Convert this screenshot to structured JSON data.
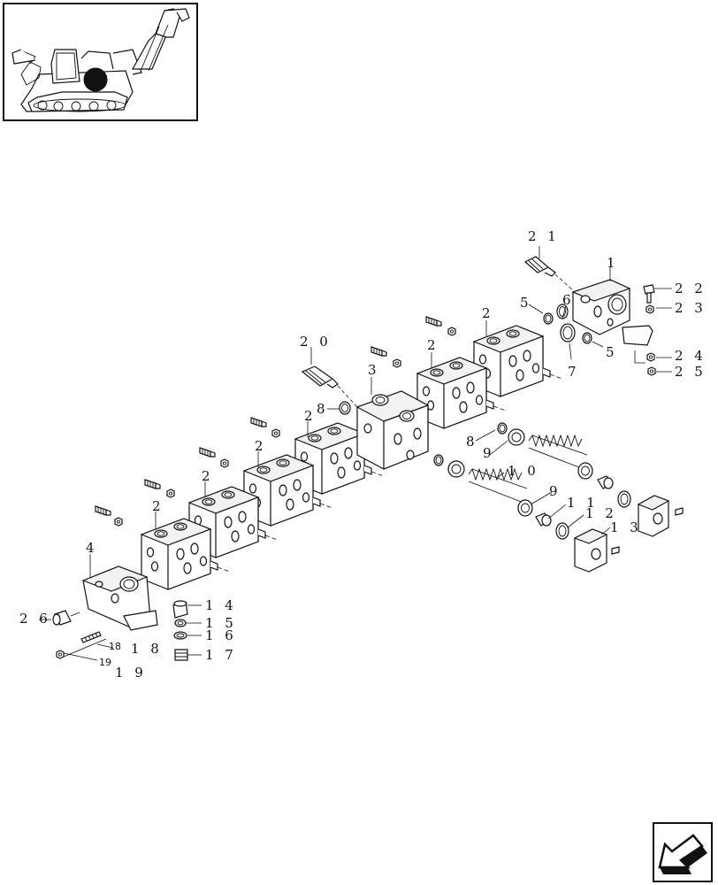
{
  "callouts": [
    {
      "id": "c21a",
      "text": "2 1"
    },
    {
      "id": "c1",
      "text": "1"
    },
    {
      "id": "c22",
      "text": "2 2"
    },
    {
      "id": "c23",
      "text": "2 3"
    },
    {
      "id": "c24",
      "text": "2 4"
    },
    {
      "id": "c25",
      "text": "2 5"
    },
    {
      "id": "c5a",
      "text": "5"
    },
    {
      "id": "c6",
      "text": "6"
    },
    {
      "id": "c7",
      "text": "7"
    },
    {
      "id": "c5b",
      "text": "5"
    },
    {
      "id": "c2a",
      "text": "2"
    },
    {
      "id": "c2b",
      "text": "2"
    },
    {
      "id": "c20",
      "text": "2 0"
    },
    {
      "id": "c3",
      "text": "3"
    },
    {
      "id": "c8a",
      "text": "8"
    },
    {
      "id": "c8b",
      "text": "8"
    },
    {
      "id": "c9a",
      "text": "9"
    },
    {
      "id": "c10",
      "text": "1 0"
    },
    {
      "id": "c9b",
      "text": "9"
    },
    {
      "id": "c11",
      "text": "1 1"
    },
    {
      "id": "c12",
      "text": "1 2"
    },
    {
      "id": "c13",
      "text": "1 3"
    },
    {
      "id": "c2c",
      "text": "2"
    },
    {
      "id": "c2d",
      "text": "2"
    },
    {
      "id": "c2e",
      "text": "2"
    },
    {
      "id": "c2f",
      "text": "2"
    },
    {
      "id": "c4",
      "text": "4"
    },
    {
      "id": "c26",
      "text": "2 6"
    },
    {
      "id": "c14",
      "text": "1 4"
    },
    {
      "id": "c15",
      "text": "1 5"
    },
    {
      "id": "c16",
      "text": "1 6"
    },
    {
      "id": "c17",
      "text": "1 7"
    },
    {
      "id": "c18s",
      "text": "18"
    },
    {
      "id": "c18",
      "text": "1 8"
    },
    {
      "id": "c19s",
      "text": "19"
    },
    {
      "id": "c19",
      "text": "1 9"
    }
  ]
}
